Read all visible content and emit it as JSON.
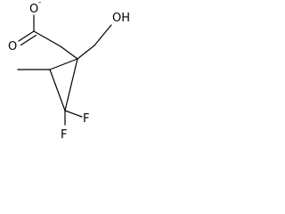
{
  "molecule": {
    "atoms": {
      "carbonyl_oxygen": "O",
      "anion_oxygen": "O",
      "anion_charge": "-",
      "hydroxyl_group": "OH",
      "fluorine_1": "F",
      "fluorine_2": "F"
    }
  }
}
